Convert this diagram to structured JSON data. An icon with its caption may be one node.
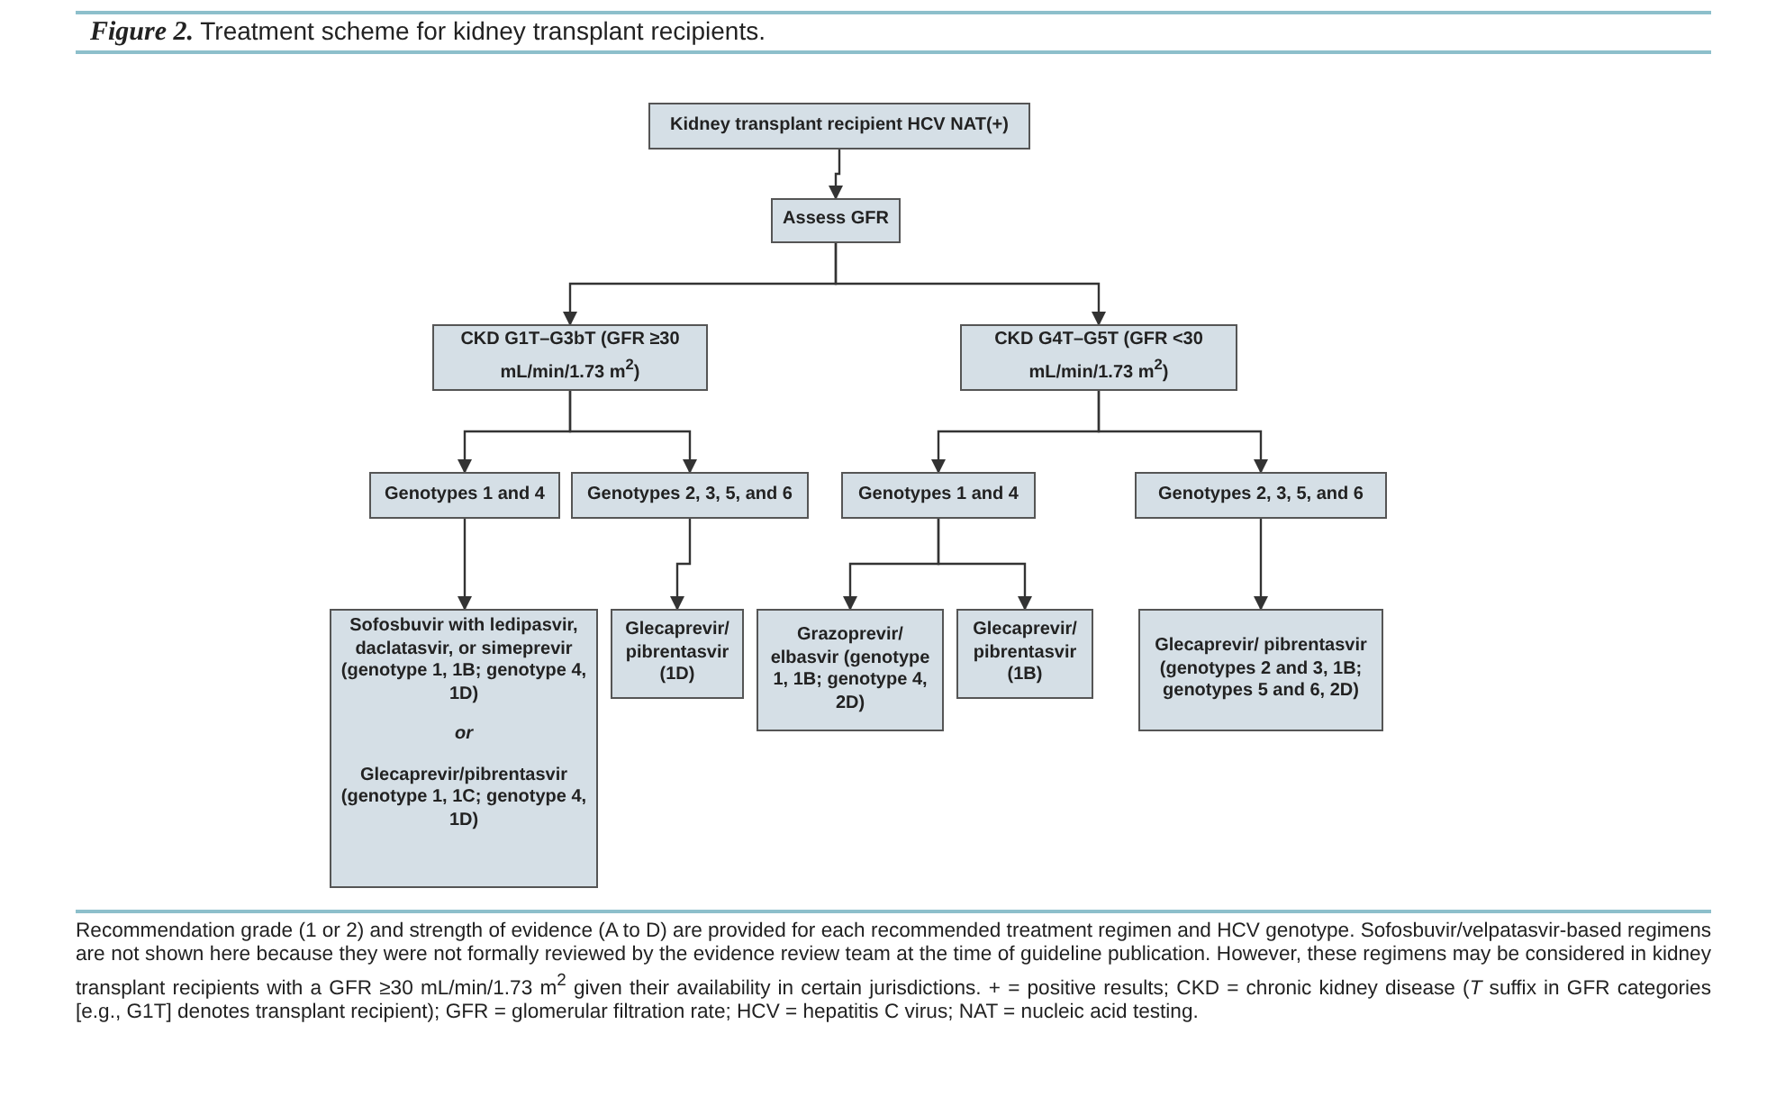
{
  "diagram": {
    "title": "**Figure 2.** Treatment scheme for kidney transplant recipients.",
    "caption": "Recommendation grade (1 or 2) and strength of evidence (A to D) are provided for each recommended treatment regimen and HCV genotype. Sofosbuvir/velpatasvir-based regimens are not shown here because they were not formally reviewed by the evidence review team at the time of guideline publication. However, these regimens may be considered in kidney transplant recipients with a GFR ≥30 mL/min/1.73 m$^{2}$ given their availability in certain jurisdictions. + = positive results; CKD = chronic kidney disease (*T* suffix in GFR categories [e.g., G1T] denotes transplant recipient); GFR = glomerular filtration rate; HCV = hepatitis C virus; NAT = nucleic acid testing.",
    "nodes": [
      {
        "text": [
          "Kidney transplant recipient HCV NAT(+)"
        ]
      },
      {
        "text": [
          "Assess GFR"
        ]
      },
      {
        "text": [
          "CKD G1T–G3bT (GFR ≥30 mL/min/1.73 m$^{2}$)"
        ]
      },
      {
        "text": [
          "CKD G4T–G5T (GFR <30 mL/min/1.73 m$^{2}$)"
        ]
      },
      {
        "text": [
          "Genotypes 1 and 4"
        ]
      },
      {
        "text": [
          "Genotypes 2, 3, 5, and 6"
        ]
      },
      {
        "text": [
          "Genotypes 1 and 4"
        ]
      },
      {
        "text": [
          "Genotypes 2, 3, 5, and 6"
        ]
      },
      {
        "text": [
          "Sofosbuvir with ledipasvir, daclatasvir, or simeprevir (genotype 1, 1B; genotype 4, 1D)",
          "or",
          "Glecaprevir/pibrentasvir (genotype 1, 1C; genotype 4, 1D)"
        ]
      },
      {
        "text": [
          "Glecaprevir/ pibrentasvir (1D)"
        ]
      },
      {
        "text": [
          "Grazoprevir/ elbasvir (genotype 1, 1B; genotype 4, 2D)"
        ]
      },
      {
        "text": [
          "Glecaprevir/ pibrentasvir (1B)"
        ]
      },
      {
        "text": [
          "Glecaprevir/ pibrentasvir (genotypes 2 and 3, 1B; genotypes 5 and 6, 2D)"
        ]
      }
    ],
    "edges": [
      {
        "from": 0,
        "to": 1,
        "arrow": "to"
      },
      {
        "from": 1,
        "to": 2,
        "arrow": "to"
      },
      {
        "from": 1,
        "to": 3,
        "arrow": "to"
      },
      {
        "from": 2,
        "to": 4,
        "arrow": "to"
      },
      {
        "from": 2,
        "to": 5,
        "arrow": "to"
      },
      {
        "from": 3,
        "to": 6,
        "arrow": "to"
      },
      {
        "from": 3,
        "to": 7,
        "arrow": "to"
      },
      {
        "from": 4,
        "to": 8,
        "arrow": "to"
      },
      {
        "from": 5,
        "to": 9,
        "arrow": "to"
      },
      {
        "from": 6,
        "to": 10,
        "arrow": "to"
      },
      {
        "from": 6,
        "to": 11,
        "arrow": "to"
      },
      {
        "from": 7,
        "to": 12,
        "arrow": "to"
      }
    ]
  }
}
